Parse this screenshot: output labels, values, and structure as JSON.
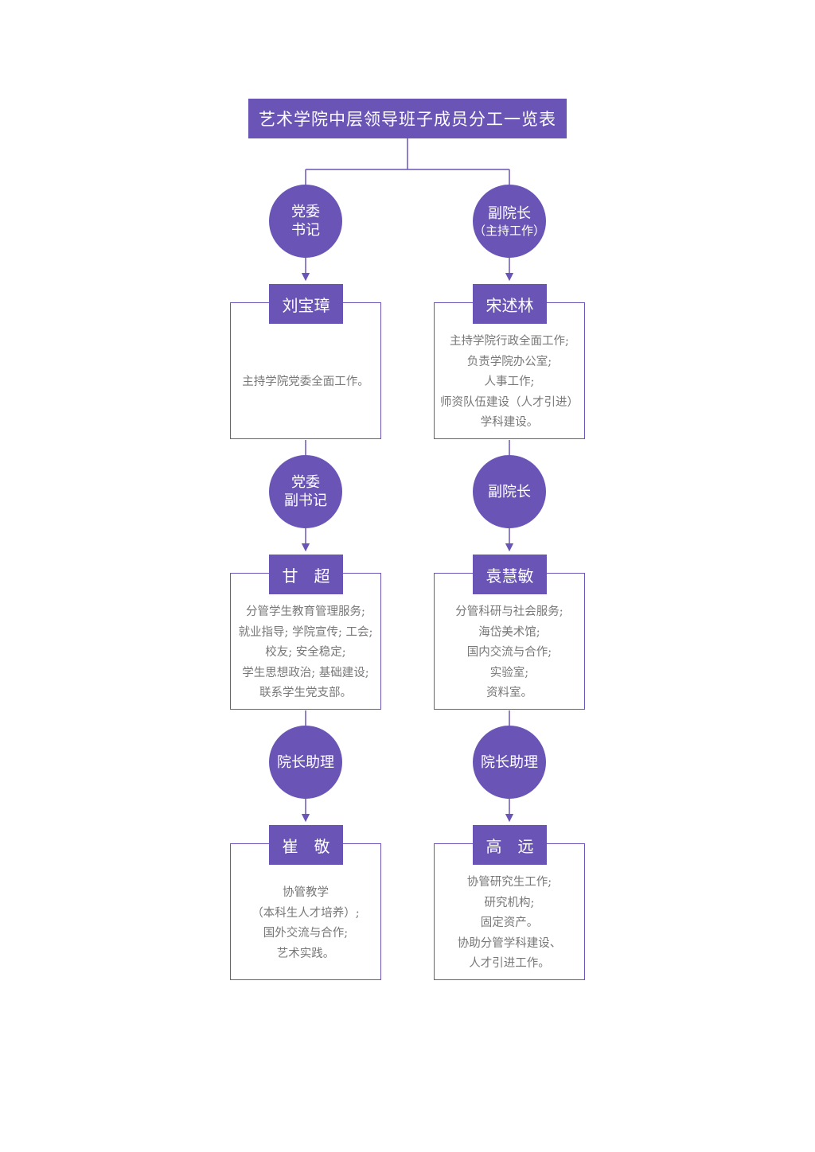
{
  "title": "艺术学院中层领导班子成员分工一览表",
  "left": [
    {
      "role": [
        "党委",
        "书记"
      ],
      "name": "刘宝璋",
      "duties": [
        "主持学院党委全面工作。"
      ]
    },
    {
      "role": [
        "党委",
        "副书记"
      ],
      "name": "甘　超",
      "duties": [
        "分管学生教育管理服务;",
        "就业指导; 学院宣传; 工会;",
        "校友; 安全稳定;",
        "学生思想政治; 基础建设;",
        "联系学生党支部。"
      ]
    },
    {
      "role": [
        "院长助理"
      ],
      "name": "崔　敬",
      "duties": [
        "协管教学",
        "（本科生人才培养）;",
        "国外交流与合作;",
        "艺术实践。"
      ]
    }
  ],
  "right": [
    {
      "role": [
        "副院长"
      ],
      "role_note": "（主持工作）",
      "name": "宋述林",
      "duties": [
        "主持学院行政全面工作;",
        "负责学院办公室;",
        "人事工作;",
        "师资队伍建设（人才引进）",
        "学科建设。"
      ]
    },
    {
      "role": [
        "副院长"
      ],
      "name": "袁慧敏",
      "duties": [
        "分管科研与社会服务;",
        "海岱美术馆;",
        "国内交流与合作;",
        "实验室;",
        "资料室。"
      ]
    },
    {
      "role": [
        "院长助理"
      ],
      "name": "高　远",
      "duties": [
        "协管研究生工作;",
        "研究机构;",
        "固定资产。",
        "协助分管学科建设、",
        "人才引进工作。"
      ]
    }
  ],
  "colors": {
    "accent": "#6a55b6",
    "text_muted": "#777777"
  }
}
